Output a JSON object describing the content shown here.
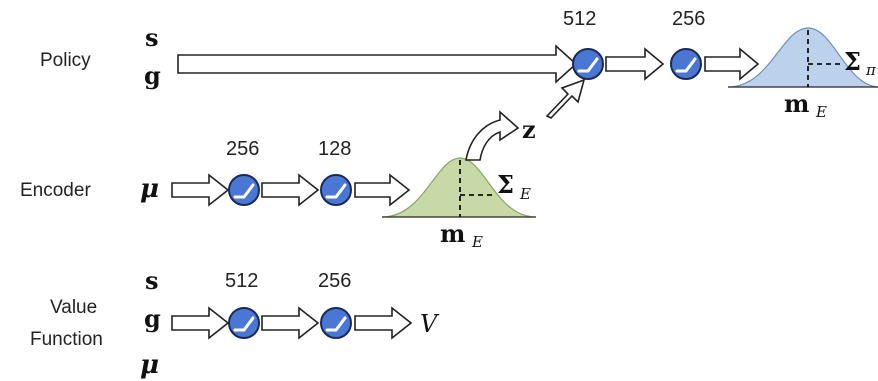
{
  "colors": {
    "node_fill": "#4a77d4",
    "policy_gaussian": "#bcd1ec",
    "encoder_gaussian": "#c6d9a6"
  },
  "policy": {
    "label": "Policy",
    "input_s": "s",
    "input_g": "g",
    "layer1_size": "512",
    "layer2_size": "256",
    "mean_symbol": "m",
    "mean_subscript": "E",
    "cov_symbol": "Σ",
    "cov_subscript": "π"
  },
  "encoder": {
    "label": "Encoder",
    "input_mu": "μ",
    "layer1_size": "256",
    "layer2_size": "128",
    "mean_symbol": "m",
    "mean_subscript": "E",
    "cov_symbol": "Σ",
    "cov_subscript": "E",
    "latent": "z"
  },
  "value_function": {
    "label_line1": "Value",
    "label_line2": "Function",
    "input_s": "s",
    "input_g": "g",
    "input_mu": "μ",
    "layer1_size": "512",
    "layer2_size": "256",
    "output": "V"
  },
  "icons": {
    "node": "relu-neuron-icon",
    "arrow": "block-arrow-icon",
    "distribution": "gaussian-curve-icon"
  }
}
